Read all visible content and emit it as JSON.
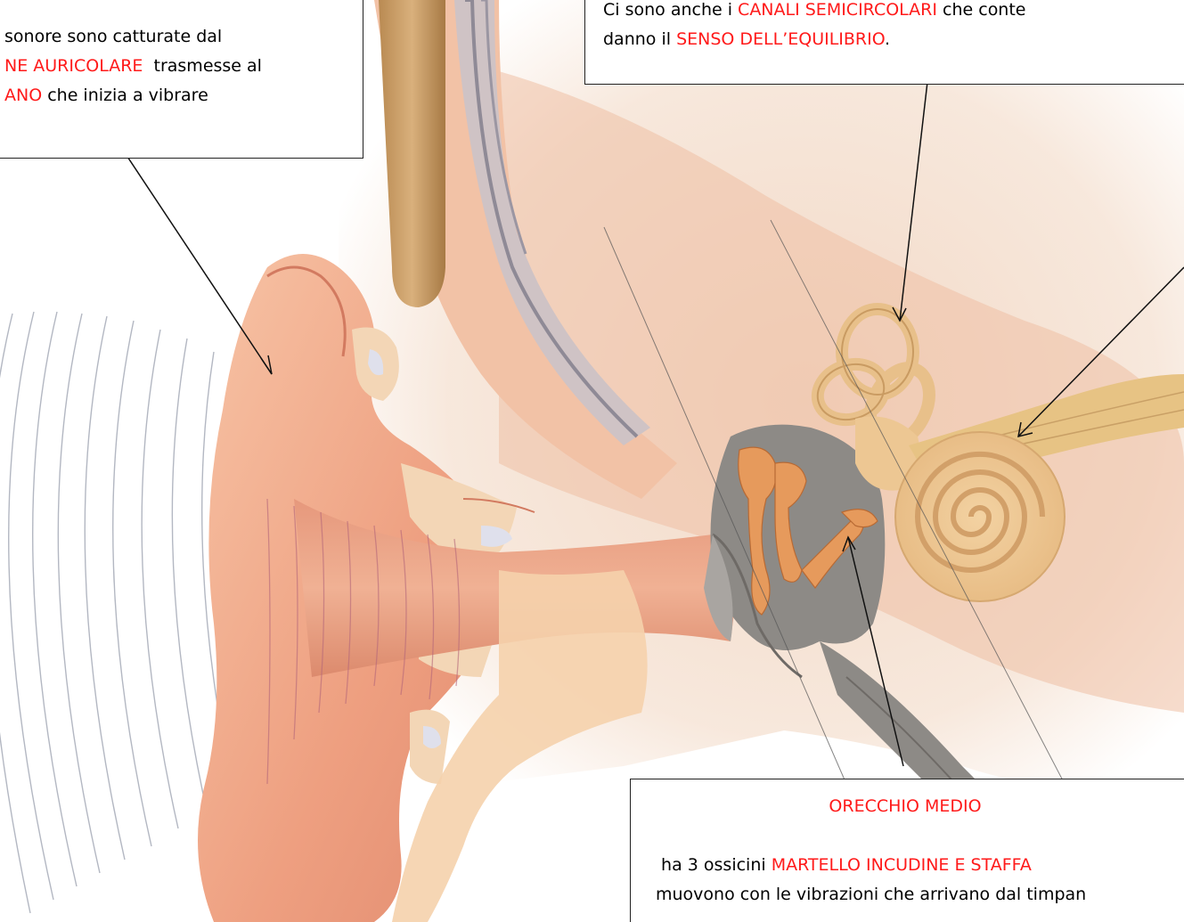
{
  "colors": {
    "highlight": "#ff1a1a",
    "skin": "#f4b59a",
    "bone": "#f7d7a8",
    "cartilage": "#dfe0ec",
    "middle_ear": "#8d8a86"
  },
  "callouts": {
    "outer_ear": {
      "line1": "sonore sono catturate  dal",
      "line2_red": "NE AURICOLARE",
      "line2_rest": "  trasmesse al",
      "line3_red": "ANO",
      "line3_rest": " che inizia a vibrare"
    },
    "inner_ear": {
      "line1_pre": "Ci sono anche i ",
      "line1_red": "CANALI SEMICIRCOLARI",
      "line1_rest": " che conte",
      "line2_pre": "danno il ",
      "line2_red": "SENSO DELL’EQUILIBRIO",
      "line2_rest": "."
    },
    "middle_ear": {
      "title": "ORECCHIO MEDIO",
      "line1_pre": " ha 3 ossicini ",
      "line1_red": "MARTELLO INCUDINE E STAFFA",
      "line2": "muovono con le vibrazioni che arrivano dal timpan"
    }
  }
}
